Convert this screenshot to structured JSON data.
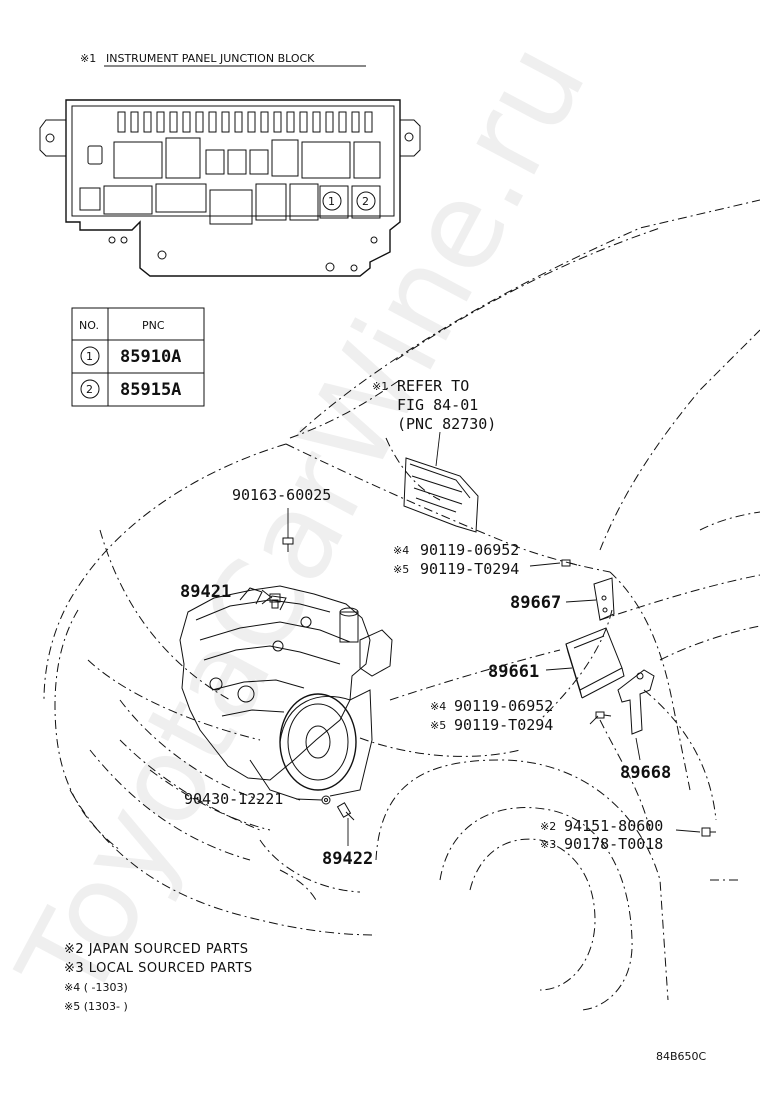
{
  "junction_block": {
    "title_mark": "※1",
    "title": "INSTRUMENT PANEL JUNCTION BLOCK",
    "circle_1": "1",
    "circle_2": "2"
  },
  "pnc_table": {
    "header_no": "NO.",
    "header_pnc": "PNC",
    "rows": [
      {
        "no": "1",
        "pnc": "85910A"
      },
      {
        "no": "2",
        "pnc": "85915A"
      }
    ]
  },
  "refer": {
    "mark": "※1",
    "line1": "REFER TO",
    "line2": "FIG 84-01",
    "line3": "(PNC 82730)"
  },
  "parts": {
    "p90163": "90163-60025",
    "p89421": "89421",
    "p89667": "89667",
    "p89661": "89661",
    "p89668": "89668",
    "p90430": "90430-12221",
    "p89422": "89422",
    "bolt_a_mark4": "※4",
    "bolt_a_4": "90119-06952",
    "bolt_a_mark5": "※5",
    "bolt_a_5": "90119-T0294",
    "bolt_b_mark4": "※4",
    "bolt_b_4": "90119-06952",
    "bolt_b_mark5": "※5",
    "bolt_b_5": "90119-T0294",
    "clip_mark2": "※2",
    "clip_2": "94151-80600",
    "clip_mark3": "※3",
    "clip_3": "90178-T0018"
  },
  "legend": {
    "n2": "※2 JAPAN SOURCED PARTS",
    "n3": "※3 LOCAL SOURCED PARTS",
    "n4": "※4 (      -1303)",
    "n5": "※5 (1303-      )"
  },
  "figure_code": "84B650C",
  "watermark": "ToyotaCarWine.ru"
}
